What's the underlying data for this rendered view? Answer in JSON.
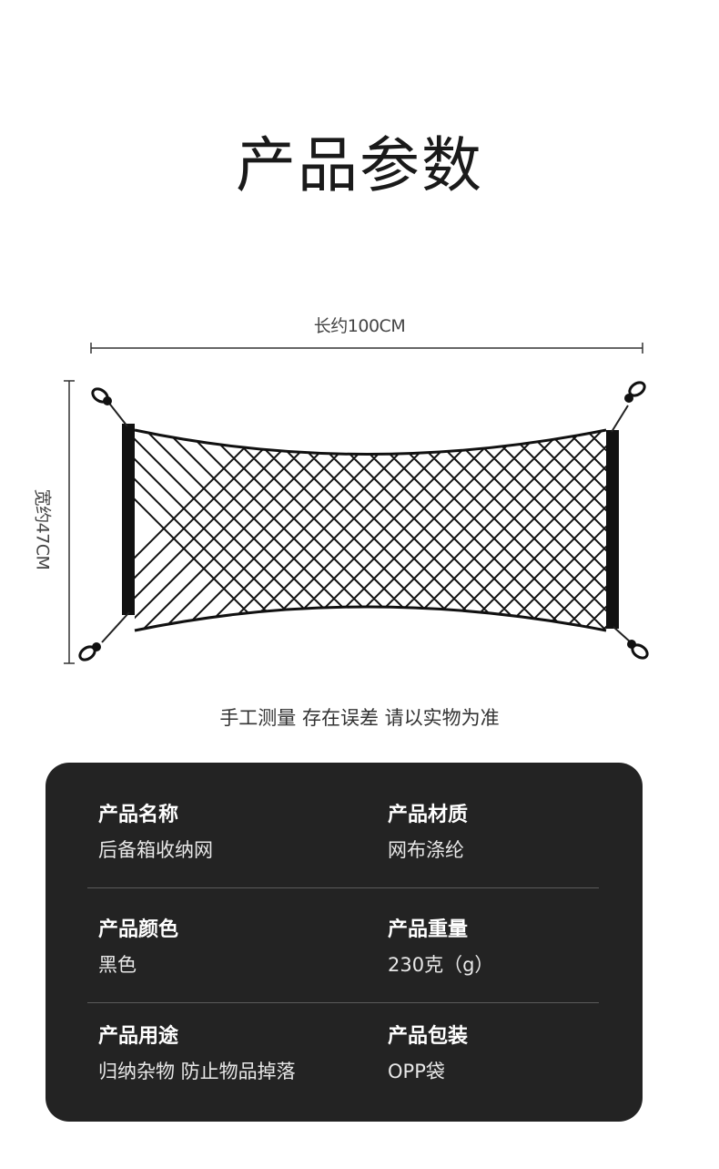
{
  "title": "产品参数",
  "dimensions": {
    "length_label": "长约100CM",
    "width_label": "宽约47CM"
  },
  "disclaimer": "手工测量 存在误差 请以实物为准",
  "specs": [
    {
      "label": "产品名称",
      "value": "后备箱收纳网"
    },
    {
      "label": "产品材质",
      "value": "网布涤纶"
    },
    {
      "label": "产品颜色",
      "value": "黑色"
    },
    {
      "label": "产品重量",
      "value": "230克（g）"
    },
    {
      "label": "产品用途",
      "value": "归纳杂物 防止物品掉落"
    },
    {
      "label": "产品包装",
      "value": "OPP袋"
    }
  ],
  "colors": {
    "panel_background": "#232323",
    "panel_text": "#ffffff",
    "net": "#111111"
  }
}
